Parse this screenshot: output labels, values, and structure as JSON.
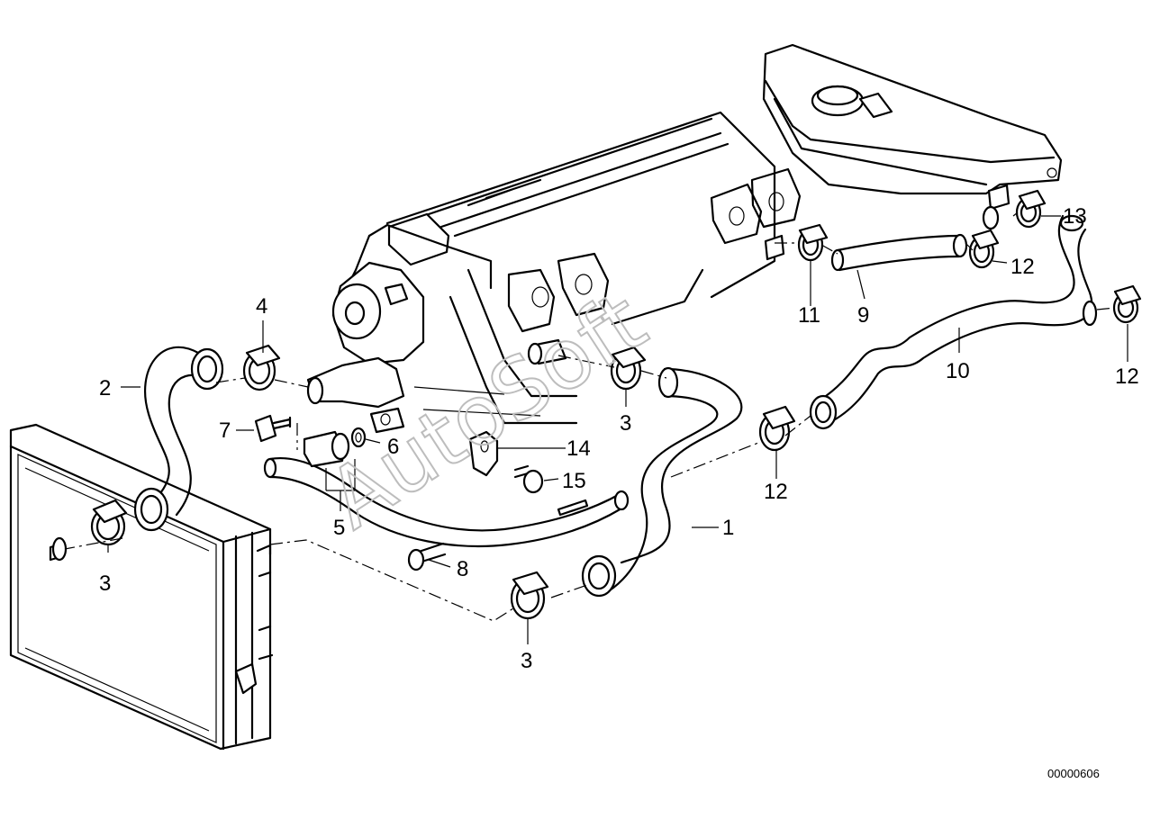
{
  "callouts": {
    "c1": "1",
    "c2": "2",
    "c3a": "3",
    "c3b": "3",
    "c3c": "3",
    "c4": "4",
    "c5": "5",
    "c6": "6",
    "c7": "7",
    "c8": "8",
    "c9": "9",
    "c10": "10",
    "c11": "11",
    "c12a": "12",
    "c12b": "12",
    "c12c": "12",
    "c13": "13",
    "c14": "14",
    "c15": "15"
  },
  "watermark": "AutoSoft",
  "doc_number": "00000606",
  "colors": {
    "line": "#000000",
    "background": "#ffffff",
    "watermark": "#bdbdbd"
  },
  "icons": [
    "hose-clamp-icon",
    "bolt-icon",
    "o-ring-icon"
  ]
}
